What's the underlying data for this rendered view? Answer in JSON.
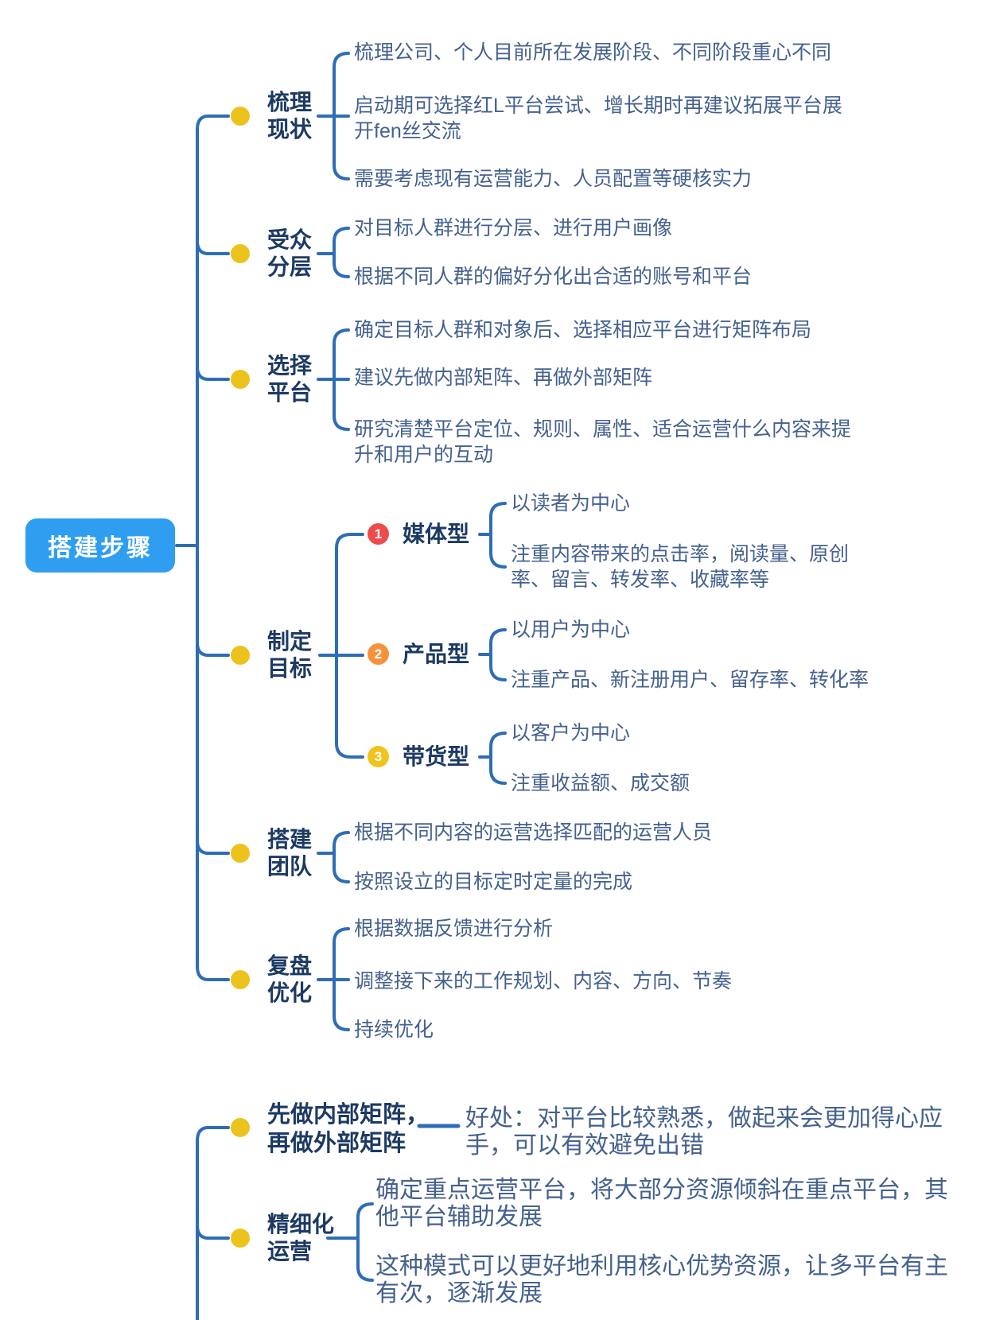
{
  "palette": {
    "line_blue": "#2e6db6",
    "root_blue": "#2f9ef0",
    "bullet_gold": "#ecc31c",
    "label_navy": "#1c3a63",
    "text_blue_gray": "#45618e",
    "badge_red": "#ee4b4b",
    "badge_orange": "#f6923c",
    "badge_gold": "#f0c41c"
  },
  "root": {
    "label": "搭建步骤"
  },
  "branches": [
    {
      "label": "梳理\n现状",
      "children": [
        "梳理公司、个人目前所在发展阶段、不同阶段重心不同",
        "启动期可选择红L平台尝试、增长期时再建议拓展平台展\n开fen丝交流",
        "需要考虑现有运营能力、人员配置等硬核实力"
      ]
    },
    {
      "label": "受众\n分层",
      "children": [
        "对目标人群进行分层、进行用户画像",
        "根据不同人群的偏好分化出合适的账号和平台"
      ]
    },
    {
      "label": "选择\n平台",
      "children": [
        "确定目标人群和对象后、选择相应平台进行矩阵布局",
        "建议先做内部矩阵、再做外部矩阵",
        "研究清楚平台定位、规则、属性、适合运营什么内容来提\n升和用户的互动"
      ]
    },
    {
      "label": "制定\n目标",
      "children": []
    },
    {
      "label": "搭建\n团队",
      "children": [
        "根据不同内容的运营选择匹配的运营人员",
        "按照设立的目标定时定量的完成"
      ]
    },
    {
      "label": "复盘\n优化",
      "children": [
        "根据数据反馈进行分析",
        "调整接下来的工作规划、内容、方向、节奏",
        "持续优化"
      ]
    }
  ],
  "goal_types": [
    {
      "num": "1",
      "label": "媒体型",
      "color": "#ee4b4b",
      "children": [
        "以读者为中心",
        "注重内容带来的点击率，阅读量、原创\n率、留言、转发率、收藏率等"
      ]
    },
    {
      "num": "2",
      "label": "产品型",
      "color": "#f6923c",
      "children": [
        "以用户为中心",
        "注重产品、新注册用户、留存率、转化率"
      ]
    },
    {
      "num": "3",
      "label": "带货型",
      "color": "#f0c41c",
      "children": [
        "以客户为中心",
        "注重收益额、成交额"
      ]
    }
  ],
  "bottom_branches": [
    {
      "label": "先做内部矩阵，\n再做外部矩阵",
      "children": [
        "好处：对平台比较熟悉，做起来会更加得心应\n手，可以有效避免出错"
      ]
    },
    {
      "label": "精细化\n运营",
      "children": [
        "确定重点运营平台，将大部分资源倾斜在重点平台，其\n他平台辅助发展",
        "这种模式可以更好地利用核心优势资源，让多平台有主\n有次，逐渐发展"
      ]
    }
  ]
}
